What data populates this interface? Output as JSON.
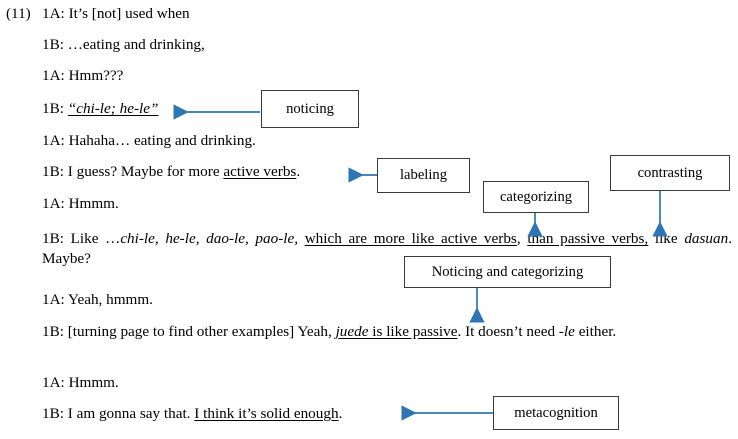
{
  "example": {
    "number": "(11)"
  },
  "colors": {
    "arrow": "#2E75B6",
    "box_border": "#3A3A3A",
    "text": "#000000",
    "background": "#FFFFFF"
  },
  "transcript": {
    "lines": [
      {
        "id": "line-1",
        "speaker": "1A:",
        "text": "1A: It’s [not] used when"
      },
      {
        "id": "line-2",
        "speaker": "1B:",
        "text": "1B: …eating and drinking,"
      },
      {
        "id": "line-3",
        "speaker": "1A:",
        "text": "1A: Hmm???"
      },
      {
        "id": "line-4",
        "speaker": "1B:",
        "prefix": "1B: ",
        "quote": "“chi-le; he-le”"
      },
      {
        "id": "line-5",
        "speaker": "1A:",
        "text": "1A: Hahaha… eating and drinking."
      },
      {
        "id": "line-6",
        "speaker": "1B:",
        "prefix": "1B: I guess? Maybe for more ",
        "underlined": "active verbs",
        "suffix": "."
      },
      {
        "id": "line-7",
        "speaker": "1A:",
        "text": "1A: Hmmm."
      },
      {
        "id": "line-8",
        "speaker": "1B:",
        "p1": "1B: Like …",
        "italic1": "chi-le, he-le, dao-le, pao-le,",
        "p2": " ",
        "underlined1": "which are more like active verbs",
        "p3": ", ",
        "underlined2": "than passive verbs,",
        "p4": " like ",
        "italic2": "dasuan",
        "p5": ". Maybe?"
      },
      {
        "id": "line-9",
        "speaker": "1A:",
        "text": "1A: Yeah, hmmm."
      },
      {
        "id": "line-10",
        "speaker": "1B:",
        "p1": "1B: [turning page to find other examples] Yeah, ",
        "italic1": "juede",
        "underlined1": " is like passive",
        "p2": ". It doesn’t need ",
        "italic2": "-le",
        "p3": " either."
      },
      {
        "id": "line-11",
        "speaker": "1A:",
        "text": "1A: Hmmm."
      },
      {
        "id": "line-12",
        "speaker": "1B:",
        "p1": "1B: I am gonna say that. ",
        "underlined1": "I think it’s solid enough",
        "p2": "."
      }
    ]
  },
  "callouts": [
    {
      "id": "noticing",
      "label": "noticing"
    },
    {
      "id": "labeling",
      "label": "labeling"
    },
    {
      "id": "categorizing",
      "label": "categorizing"
    },
    {
      "id": "contrasting",
      "label": "contrasting"
    },
    {
      "id": "noticing-and-categorizing",
      "label": "Noticing and categorizing"
    },
    {
      "id": "metacognition",
      "label": "metacognition"
    }
  ]
}
